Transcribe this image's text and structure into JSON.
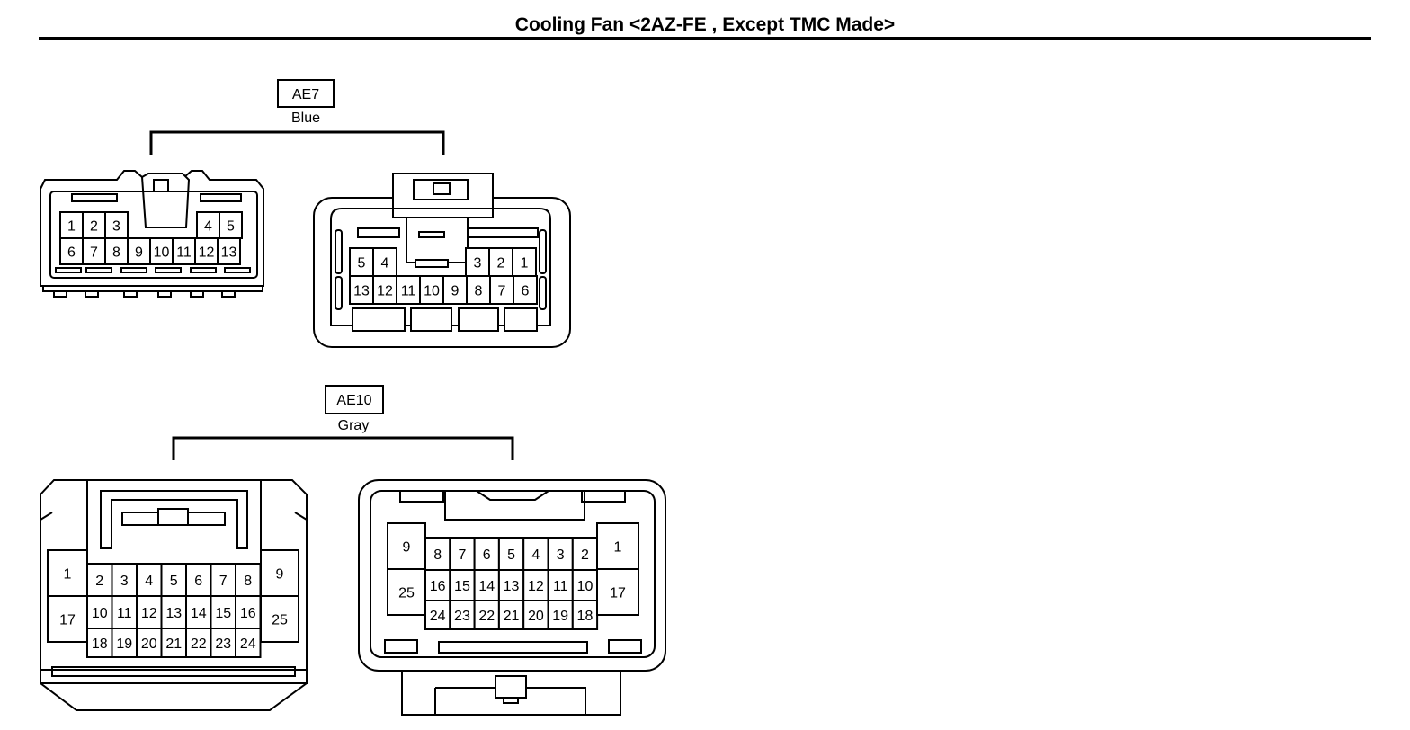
{
  "title": "Cooling Fan <2AZ-FE , Except TMC Made>",
  "connectors": [
    {
      "code": "AE7",
      "color": "Blue",
      "views": [
        {
          "top_row": [
            "1",
            "2",
            "3",
            "4",
            "5"
          ],
          "bottom_row": [
            "6",
            "7",
            "8",
            "9",
            "10",
            "11",
            "12",
            "13"
          ]
        },
        {
          "top_row": [
            "5",
            "4",
            "3",
            "2",
            "1"
          ],
          "bottom_row": [
            "13",
            "12",
            "11",
            "10",
            "9",
            "8",
            "7",
            "6"
          ]
        }
      ]
    },
    {
      "code": "AE10",
      "color": "Gray",
      "views": [
        {
          "left": [
            "1",
            "17"
          ],
          "row1": [
            "2",
            "3",
            "4",
            "5",
            "6",
            "7",
            "8"
          ],
          "row2": [
            "10",
            "11",
            "12",
            "13",
            "14",
            "15",
            "16"
          ],
          "row3": [
            "18",
            "19",
            "20",
            "21",
            "22",
            "23",
            "24"
          ],
          "right": [
            "9",
            "25"
          ]
        },
        {
          "left": [
            "9",
            "25"
          ],
          "row1": [
            "8",
            "7",
            "6",
            "5",
            "4",
            "3",
            "2"
          ],
          "row2": [
            "16",
            "15",
            "14",
            "13",
            "12",
            "11",
            "10"
          ],
          "row3": [
            "24",
            "23",
            "22",
            "21",
            "20",
            "19",
            "18"
          ],
          "right": [
            "1",
            "17"
          ]
        }
      ]
    }
  ]
}
